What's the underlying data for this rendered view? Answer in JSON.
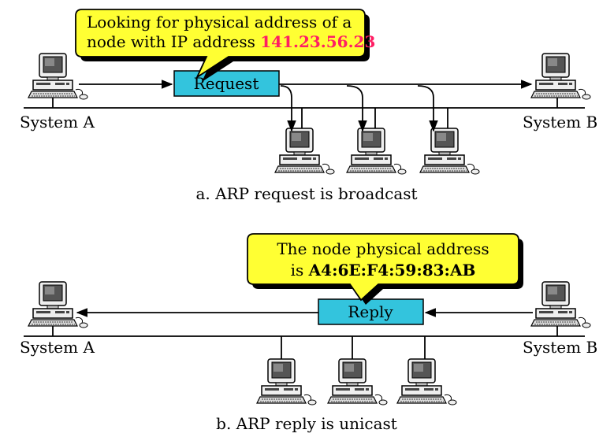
{
  "panel_a": {
    "callout_line1": "Looking for physical address of a",
    "callout_line2_prefix": "node with IP address ",
    "callout_ip": "141.23.56.23",
    "packet_label": "Request",
    "system_a": "System A",
    "system_b": "System B",
    "caption": "a. ARP request is broadcast"
  },
  "panel_b": {
    "callout_line1": "The node physical address",
    "callout_line2_prefix": "is ",
    "callout_mac": "A4:6E:F4:59:83:AB",
    "packet_label": "Reply",
    "system_a": "System A",
    "system_b": "System B",
    "caption": "b. ARP reply is unicast"
  },
  "colors": {
    "callout_fill": "#ffff33",
    "packet_fill": "#33c4dd",
    "ip_highlight": "#ff1e64",
    "shadow": "#000000"
  },
  "icons": [
    "computer-icon"
  ]
}
